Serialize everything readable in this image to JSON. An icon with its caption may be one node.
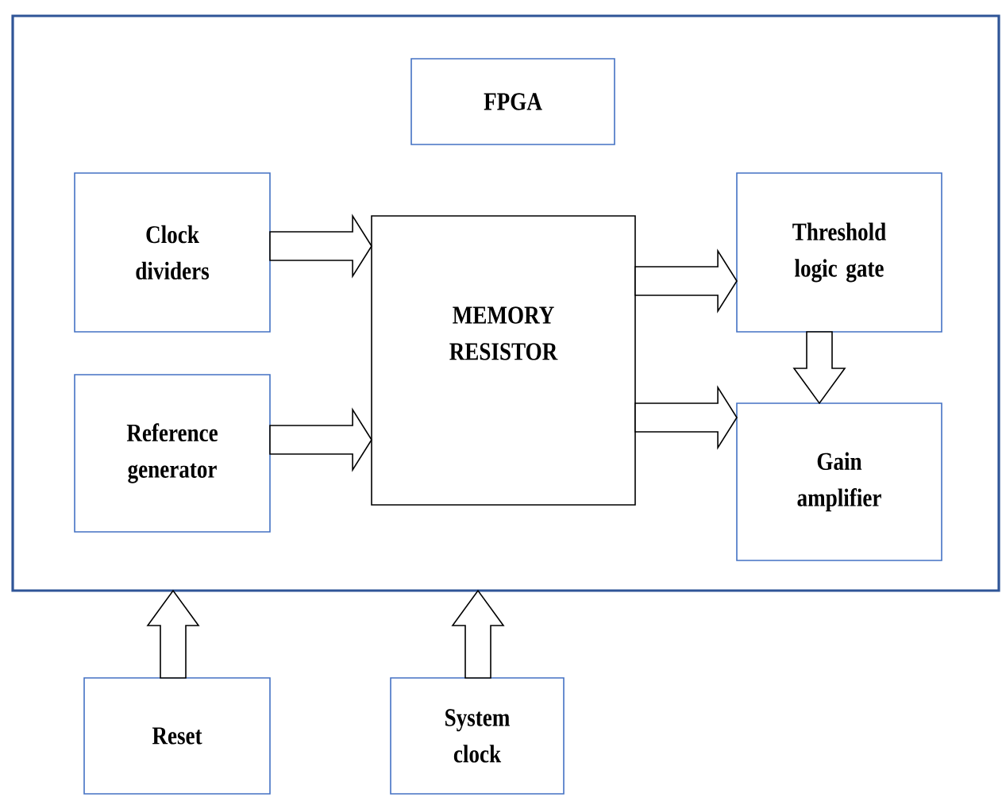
{
  "diagram": {
    "nodes": [
      {
        "text": [],
        "shape": "box"
      },
      {
        "text": [
          "FPGA"
        ],
        "in": 0
      },
      {
        "text": [
          "Clock dividers"
        ],
        "in": 0
      },
      {
        "text": [
          "Reference generator"
        ],
        "in": 0
      },
      {
        "text": [
          "MEMORY RESISTOR"
        ],
        "in": 0
      },
      {
        "text": [
          "Threshold logic gate"
        ],
        "in": 0
      },
      {
        "text": [
          "Gain amplifier"
        ],
        "in": 0
      },
      {
        "text": [
          "Reset"
        ]
      },
      {
        "text": [
          "System clock"
        ]
      }
    ],
    "edges": [
      {
        "from": 2,
        "to": 4,
        "arrow": "to"
      },
      {
        "from": 3,
        "to": 4,
        "arrow": "to"
      },
      {
        "from": 4,
        "to": 5,
        "arrow": "to"
      },
      {
        "from": 4,
        "to": 6,
        "arrow": "to"
      },
      {
        "from": 5,
        "to": 6,
        "arrow": "to"
      },
      {
        "from": 7,
        "to": 0,
        "arrow": "to"
      },
      {
        "from": 8,
        "to": 0,
        "arrow": "to"
      }
    ]
  }
}
